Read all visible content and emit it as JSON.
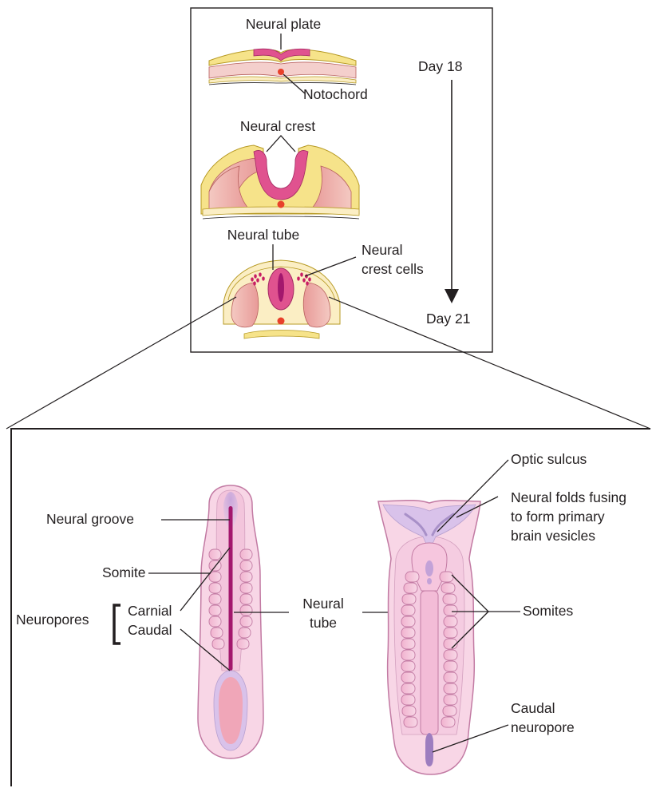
{
  "top_panel": {
    "labels": {
      "neural_plate": "Neural plate",
      "notochord": "Notochord",
      "neural_crest": "Neural crest",
      "neural_tube": "Neural tube",
      "neural_crest_cells_1": "Neural",
      "neural_crest_cells_2": "crest cells"
    },
    "timeline": {
      "start": "Day 18",
      "end": "Day 21"
    }
  },
  "bottom_panel": {
    "left_embryo": {
      "neural_groove": "Neural groove",
      "somite": "Somite",
      "neuropores": "Neuropores",
      "carnial": "Carnial",
      "caudal": "Caudal"
    },
    "center": {
      "neural_1": "Neural",
      "tube": "tube"
    },
    "right_embryo": {
      "optic_sulcus": "Optic sulcus",
      "neural_folds_1": "Neural folds fusing",
      "neural_folds_2": "to form primary",
      "neural_folds_3": "brain vesicles",
      "somites": "Somites",
      "caudal_neuropore_1": "Caudal",
      "caudal_neuropore_2": "neuropore"
    }
  },
  "colors": {
    "tissue_pink": "#f6d3dc",
    "neural_magenta": "#d9488a",
    "ectoderm_yellow": "#f6e38a",
    "mesoderm_salmon": "#eaa2a0",
    "notochord_red": "#e8402a",
    "embryo_pink": "#f8d6e6",
    "embryo_outline": "#c27aa3",
    "groove_lavender": "#c8a6d8",
    "tube_dark": "#a3176d"
  }
}
